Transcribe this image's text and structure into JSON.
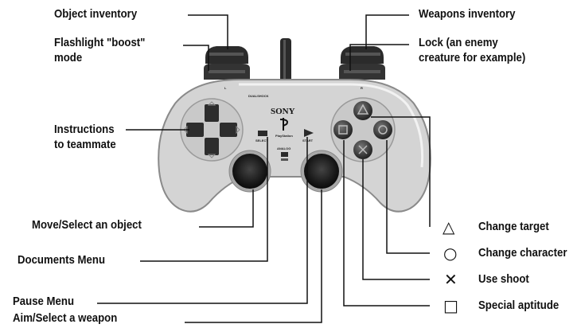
{
  "labels": {
    "object_inventory": "Object inventory",
    "flashlight_1": "Flashlight \"boost\"",
    "flashlight_2": "mode",
    "instructions_1": "Instructions",
    "instructions_2": "to teammate",
    "move_select": "Move/Select an object",
    "documents_menu": "Documents Menu",
    "pause_menu": "Pause Menu",
    "aim_select": "Aim/Select a weapon",
    "weapons_inventory": "Weapons inventory",
    "lock_1": "Lock (an enemy",
    "lock_2": "creature for example)"
  },
  "legend": [
    {
      "symbol": "△",
      "label": "Change target"
    },
    {
      "symbol": "○",
      "label": "Change character"
    },
    {
      "symbol": "✕",
      "label": "Use shoot"
    },
    {
      "symbol": "□",
      "label": "Special aptitude"
    }
  ],
  "controller": {
    "brand": "SONY",
    "logo_text": "PlayStation",
    "select": "SELECT",
    "start": "START",
    "analog": "ANALOG",
    "l": "L",
    "r": "R",
    "small_brand": "DUALSHOCK"
  }
}
